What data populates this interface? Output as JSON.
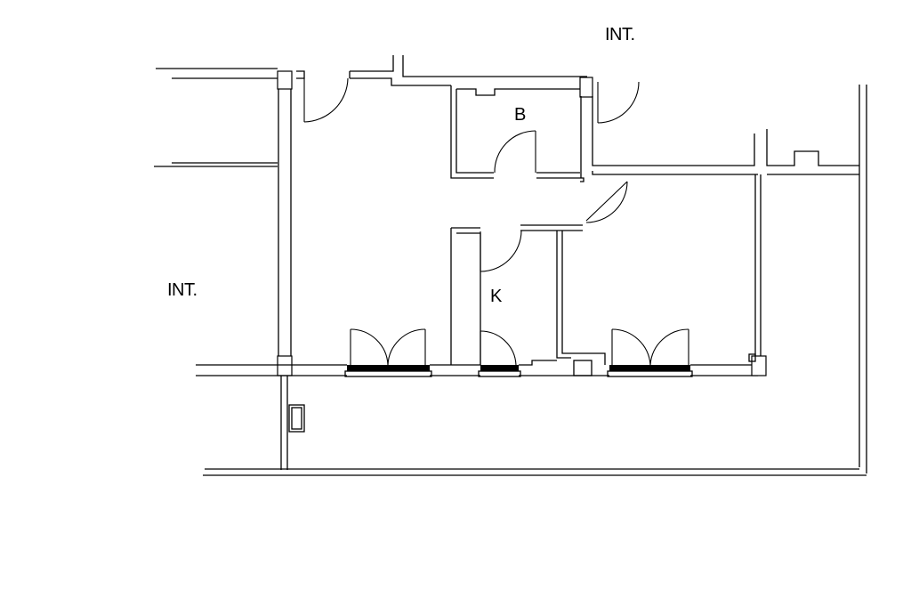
{
  "labels": {
    "int_top": "INT.",
    "int_left": "INT.",
    "room_b": "B",
    "room_k": "K"
  },
  "colors": {
    "line": "#000000",
    "background": "#ffffff"
  }
}
